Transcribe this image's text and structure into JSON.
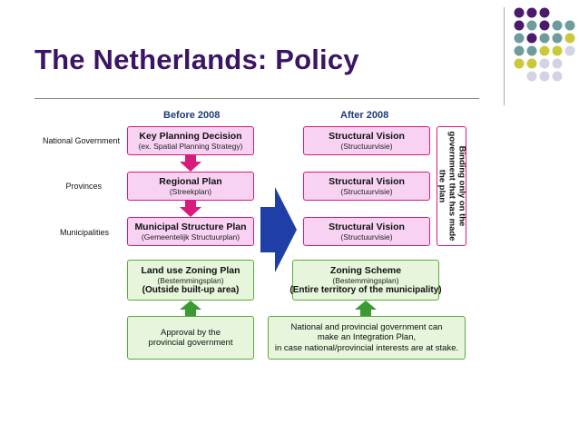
{
  "title": "The Netherlands: Policy",
  "columns": {
    "before": "Before 2008",
    "after": "After 2008"
  },
  "rows": {
    "national": "National Government",
    "provinces": "Provinces",
    "municipalities": "Municipalities"
  },
  "before": {
    "national": {
      "title": "Key Planning Decision",
      "subtitle": "(ex. Spatial Planning Strategy)"
    },
    "provinces": {
      "title": "Regional Plan",
      "subtitle": "(Streekplan)"
    },
    "municipalities": {
      "title": "Municipal Structure Plan",
      "subtitle": "(Gemeentelijk Structuurplan)"
    },
    "zoning": {
      "title": "Land use Zoning Plan",
      "subtitle": "(Bestemmingsplan)",
      "note": "(Outside built-up area)"
    },
    "approval": {
      "line1": "Approval by the",
      "line2": "provincial government"
    }
  },
  "after": {
    "national": {
      "title": "Structural Vision",
      "subtitle": "(Structuurvisie)"
    },
    "provinces": {
      "title": "Structural Vision",
      "subtitle": "(Structuurvisie)"
    },
    "municipalities": {
      "title": "Structural Vision",
      "subtitle": "(Structuurvisie)"
    },
    "zoning": {
      "title": "Zoning Scheme",
      "subtitle": "(Bestemmingsplan)",
      "note": "(Entire territory of the municipality)"
    },
    "integration": {
      "line1": "National and provincial government can",
      "line2": "make an Integration Plan,",
      "line3": "in case national/provincial interests are at stake."
    }
  },
  "binding_note": "Binding only on the government that has made the plan",
  "colors": {
    "title": "#3b1465",
    "pink_border": "#d81b7a",
    "pink_fill": "#f7d2f2",
    "green_border": "#5aad3c",
    "green_fill": "#e6f5db",
    "big_arrow": "#1f3fa6",
    "dot_purple": "#4b1a6e",
    "dot_teal": "#6e9c9c",
    "dot_yellow": "#c9c93a",
    "dot_lavender": "#d5d2e6"
  }
}
